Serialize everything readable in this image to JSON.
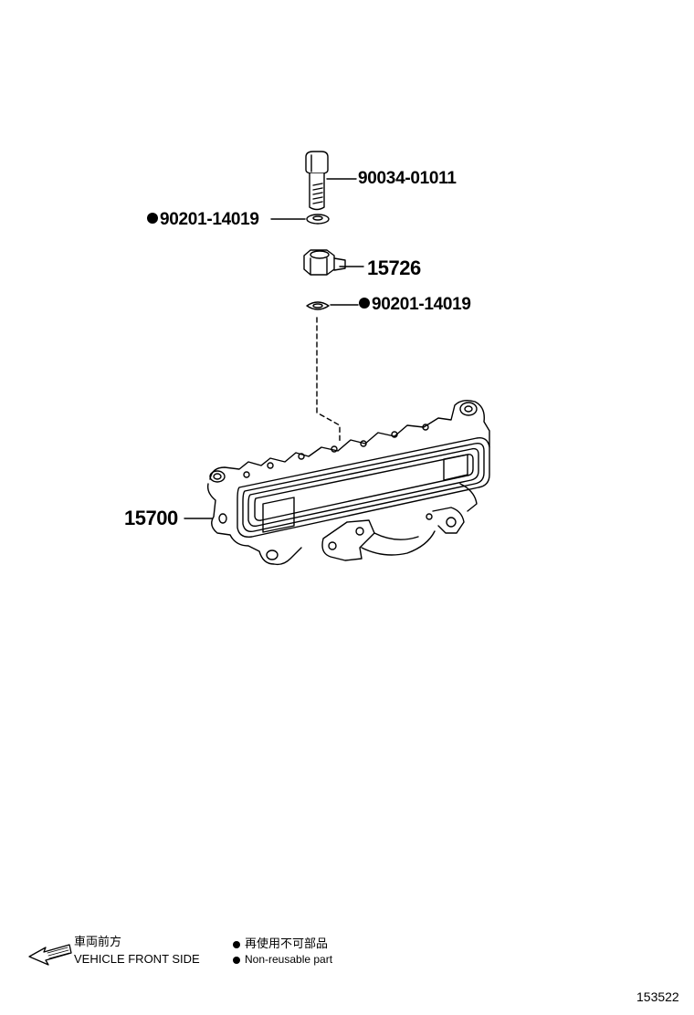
{
  "callouts": {
    "bolt": "90034-01011",
    "washer_upper": "90201-14019",
    "union": "15726",
    "washer_lower": "90201-14019",
    "cooler": "15700"
  },
  "legend": {
    "vehicle_front_jp": "車両前方",
    "vehicle_front_en": "VEHICLE FRONT SIDE",
    "nonreusable_jp": "再使用不可部品",
    "nonreusable_en": "Non-reusable part"
  },
  "figure_number": "153522"
}
